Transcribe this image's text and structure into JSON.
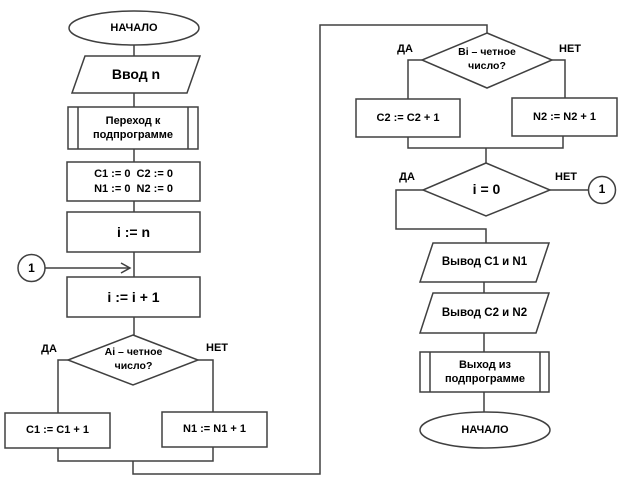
{
  "diagram": {
    "background": "#ffffff",
    "line_color": "#404040",
    "text_color": "#000000",
    "branch_labels": {
      "yes": "ДА",
      "no": "НЕТ"
    },
    "nodes": {
      "start": {
        "label": "НАЧАЛО"
      },
      "input_n": {
        "label": "Ввод n"
      },
      "call_subroutine": {
        "label": "Переход к\nподпрограмме"
      },
      "init": {
        "label": "C1 := 0  C2 := 0\nN1 := 0  N2 := 0"
      },
      "set_i": {
        "label": "i := n"
      },
      "connector_left": {
        "label": "1"
      },
      "increment": {
        "label": "i := i + 1"
      },
      "decision_a": {
        "label": "Ai – четное\nчисло?"
      },
      "inc_c1": {
        "label": "C1 := C1 + 1"
      },
      "inc_n1": {
        "label": "N1 := N1 + 1"
      },
      "decision_b": {
        "label": "Bi – четное\nчисло?"
      },
      "inc_c2": {
        "label": "C2 := C2 + 1"
      },
      "inc_n2": {
        "label": "N2 := N2 + 1"
      },
      "decision_i": {
        "label": "i = 0"
      },
      "connector_right": {
        "label": "1"
      },
      "output_c1n1": {
        "label": "Вывод C1 и N1"
      },
      "output_c2n2": {
        "label": "Вывод C2 и N2"
      },
      "exit_subroutine": {
        "label": "Выход из\nподпрограмме"
      },
      "end": {
        "label": "НАЧАЛО"
      }
    }
  }
}
